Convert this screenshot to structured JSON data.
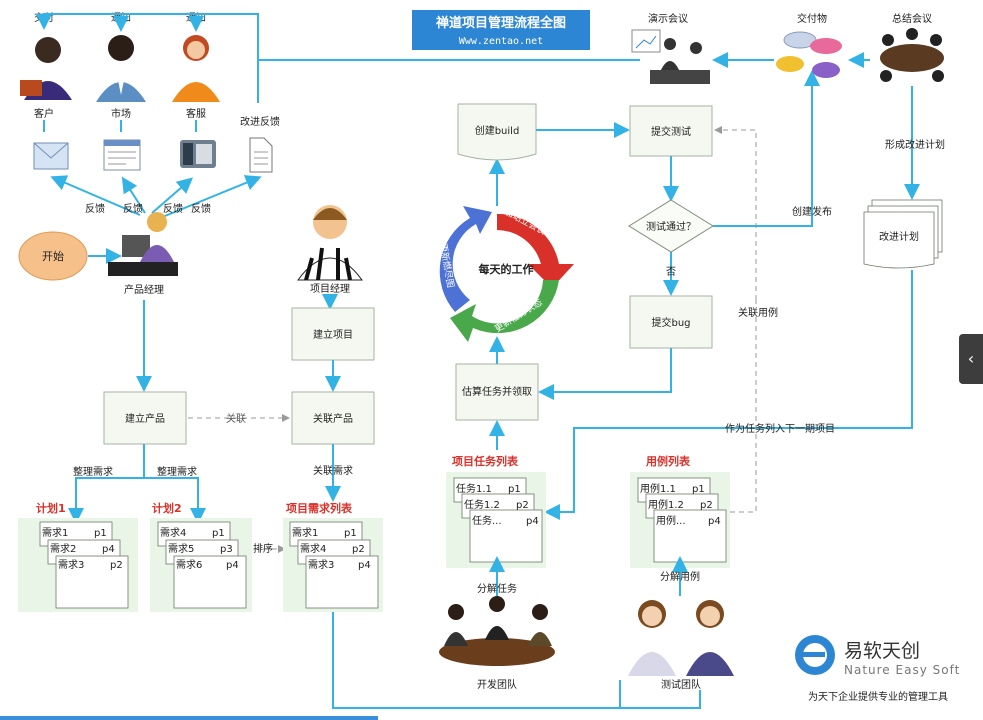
{
  "title": "禅道项目管理流程全图",
  "url": "Www.zentao.net",
  "colors": {
    "arrow": "#33b3e5",
    "title_bg": "#2d86d3",
    "plan_red": "#d9312a"
  },
  "people": {
    "customer": {
      "top": "交付",
      "bottom": "客户"
    },
    "market": {
      "top": "通知",
      "bottom": "市场"
    },
    "service": {
      "top": "通知",
      "bottom": "客服"
    },
    "feedback_doc": "改进反馈",
    "feedback": [
      "反馈",
      "反馈",
      "反馈",
      "反馈"
    ],
    "start": "开始",
    "product_manager": "产品经理",
    "project_manager": "项目经理"
  },
  "boxes": {
    "create_project": "建立项目",
    "create_product": "建立产品",
    "link_product": "关联产品",
    "create_build": "创建build",
    "submit_test": "提交测试",
    "test_pass": "测试通过？",
    "submit_bug": "提交bug",
    "estimate_task": "估算任务并领取",
    "improve_plan": "改进计划"
  },
  "labels": {
    "link": "关联",
    "organize_req_1": "整理需求",
    "organize_req_2": "整理需求",
    "link_req": "关联需求",
    "sort": "排序",
    "no": "否",
    "create_release": "创建发布",
    "link_case": "关联用例",
    "form_plan": "形成改进计划",
    "next_period": "作为任务列入下一期项目",
    "split_task": "分解任务",
    "split_case": "分解用例",
    "dev_team": "开发团队",
    "test_team": "测试团队",
    "demo_meeting": "演示会议",
    "deliverable": "交付物",
    "summary_meeting": "总结会议"
  },
  "cycle": {
    "center": "每天的工作",
    "top": "参加站立会议",
    "left": "更新燃尽图",
    "bottom": "更新任务状态"
  },
  "plan1": {
    "title": "计划1",
    "rows": [
      [
        "需求1",
        "p1"
      ],
      [
        "需求2",
        "p4"
      ],
      [
        "需求3",
        "p2"
      ]
    ]
  },
  "plan2": {
    "title": "计划2",
    "rows": [
      [
        "需求4",
        "p1"
      ],
      [
        "需求5",
        "p3"
      ],
      [
        "需求6",
        "p4"
      ]
    ]
  },
  "project_req": {
    "title": "项目需求列表",
    "rows": [
      [
        "需求1",
        "p1"
      ],
      [
        "需求4",
        "p2"
      ],
      [
        "需求3",
        "p4"
      ]
    ]
  },
  "task_list": {
    "title": "项目任务列表",
    "rows": [
      [
        "任务1.1",
        "p1"
      ],
      [
        "任务1.2",
        "p2"
      ],
      [
        "任务...",
        "p4"
      ]
    ]
  },
  "case_list": {
    "title": "用例列表",
    "rows": [
      [
        "用例1.1",
        "p1"
      ],
      [
        "用例1.2",
        "p2"
      ],
      [
        "用例...",
        "p4"
      ]
    ]
  },
  "brand": {
    "name": "易软天创",
    "en": "Nature Easy Soft",
    "slogan": "为天下企业提供专业的管理工具"
  }
}
